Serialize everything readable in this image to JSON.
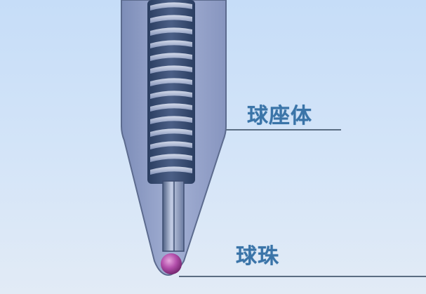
{
  "diagram": {
    "title": "",
    "subject": "ballpoint pen tip cross-section",
    "labels": [
      {
        "id": "ball-seat",
        "text": "球座体"
      },
      {
        "id": "ball",
        "text": "球珠"
      }
    ],
    "colors": {
      "background_top": "#c6ddf8",
      "background_bottom": "#e2ebf6",
      "body": "#8e9ec6",
      "body_edge": "#5c6b8e",
      "spring_dark": "#2f4568",
      "spring_light": "#c8d2ea",
      "ball": "#b04ca8",
      "label_text": "#3a74a8",
      "leader_line": "#5a6d82"
    }
  }
}
